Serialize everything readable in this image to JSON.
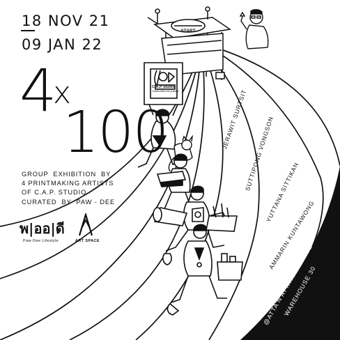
{
  "dates": {
    "start": "18 NOV 21",
    "end": "09 JAN 22"
  },
  "title": {
    "prefix": "4",
    "mark": "x",
    "number": "100"
  },
  "info_lines": "GROUP  EXHIBITION  BY\n4 PRINTMAKING ARTISTS\nOF C.A.P. STUDIO\nCURATED  BY  PAW - DEE",
  "artists": [
    "JERAWIT SURTSIT",
    "SUTTIPONG VONGSON",
    "YUTTANA SITTIKAN",
    "AMMARIN KUNTAWONG"
  ],
  "track": {
    "start_label": "START"
  },
  "frame_sign": {
    "brand": "C.A.P studio",
    "tagline": "Collaborative art practice"
  },
  "logos": {
    "pawdee": {
      "mark": "พ|ออ|ดี",
      "caption": "Paw-Dee Lifestyle"
    },
    "artspace": {
      "caption": "ART SPACE"
    }
  },
  "venue": {
    "line1": "@ATTA'N'ATTA ART SPACE",
    "line2": "WAREHOUSE 30"
  },
  "colors": {
    "ink": "#111111",
    "paper": "#ffffff"
  }
}
